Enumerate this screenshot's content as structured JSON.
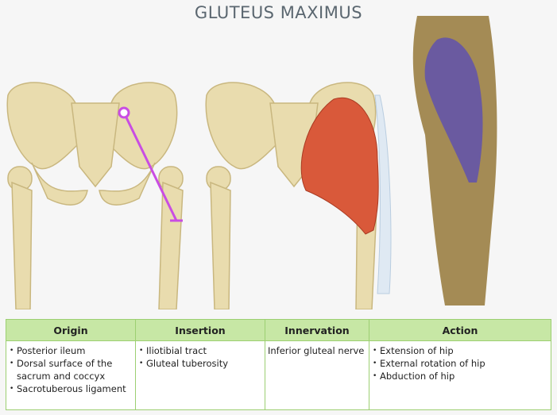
{
  "title": "GLUTEUS MAXIMUS",
  "colors": {
    "bone": "#e9dcae",
    "muscle": "#d9593a",
    "origin_line": "#c94de3",
    "header_bg": "#c7e7a5",
    "cadaver_muscle": "#6a5aa0"
  },
  "table": {
    "headers": [
      "Origin",
      "Insertion",
      "Innervation",
      "Action"
    ],
    "origin": [
      "Posterior ileum",
      "Dorsal surface of the sacrum and coccyx",
      "Sacrotuberous ligament"
    ],
    "insertion": [
      "Iliotibial tract",
      "Gluteal tuberosity"
    ],
    "innervation": "Inferior gluteal nerve",
    "action": [
      "Extension of hip",
      "External rotation of hip",
      "Abduction of hip"
    ]
  }
}
